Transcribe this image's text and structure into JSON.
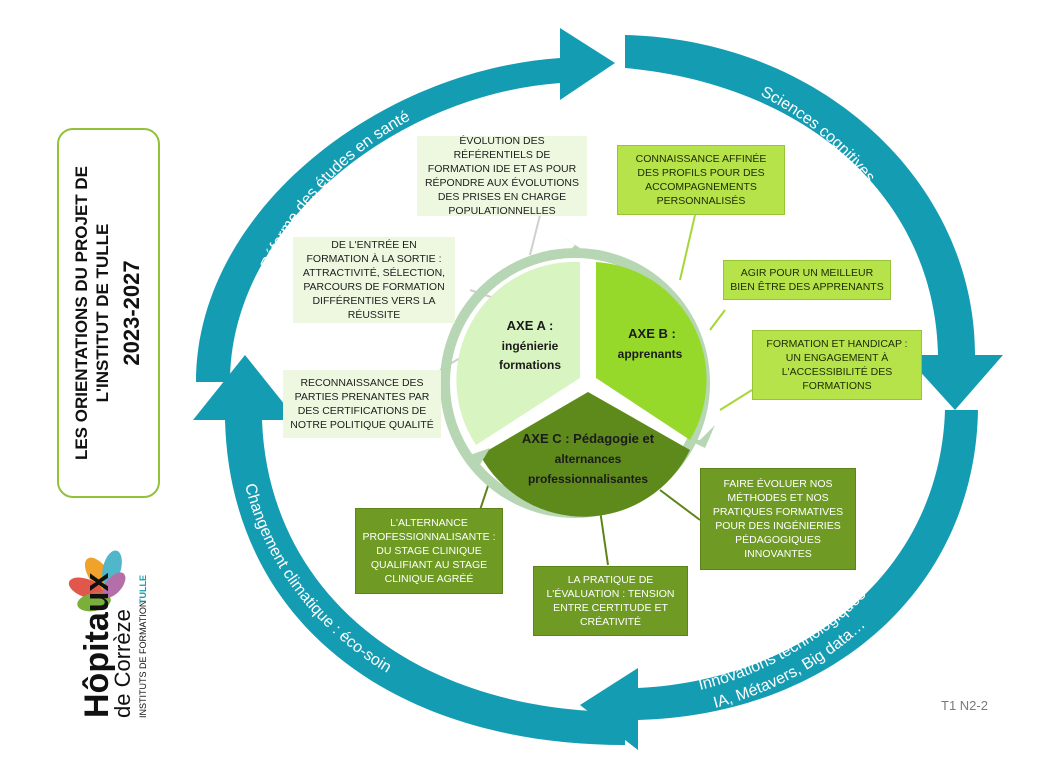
{
  "title": {
    "line1": "LES ORIENTATIONS DU PROJET DE",
    "line2": "L'INSTITUT DE TULLE",
    "years": "2023-2027"
  },
  "ring_labels": {
    "top_left": "Réforme des études en santé",
    "top_right": "Sciences cognitives",
    "bottom_left": "Changement climatique : éco-soin",
    "bottom_right_1": "Innovations technologiques",
    "bottom_right_2": "IA, Métavers, Big data…"
  },
  "axes": {
    "a": {
      "line1": "AXE A :",
      "line2": "ingénierie",
      "line3": "formations"
    },
    "b": {
      "line1": "AXE B :",
      "line2": "apprenants"
    },
    "c": {
      "line1": "AXE C : Pédagogie  et",
      "line2": "alternances",
      "line3": "professionnalisantes"
    }
  },
  "boxes_a": [
    "ÉVOLUTION DES RÉFÉRENTIELS DE FORMATION IDE ET AS POUR RÉPONDRE AUX ÉVOLUTIONS DES PRISES EN CHARGE POPULATIONNELLES",
    "DE L'ENTRÉE EN FORMATION À LA SORTIE : ATTRACTIVITÉ, SÉLECTION, PARCOURS DE FORMATION DIFFÉRENTIES VERS LA RÉUSSITE",
    "RECONNAISSANCE DES PARTIES PRENANTES PAR DES CERTIFICATIONS DE NOTRE POLITIQUE QUALITÉ"
  ],
  "boxes_b": [
    "CONNAISSANCE AFFINÉE DES PROFILS POUR DES ACCOMPAGNEMENTS PERSONNALISÉS",
    "AGIR POUR UN MEILLEUR BIEN ÊTRE DES APPRENANTS",
    "FORMATION ET HANDICAP : UN ENGAGEMENT À L'ACCESSIBILITÉ DES FORMATIONS"
  ],
  "boxes_c": [
    "FAIRE ÉVOLUER NOS MÉTHODES ET NOS PRATIQUES FORMATIVES POUR DES INGÉNIERIES PÉDAGOGIQUES INNOVANTES",
    "LA PRATIQUE DE L'ÉVALUATION : TENSION ENTRE CERTITUDE ET CRÉATIVITÉ",
    "L'ALTERNANCE PROFESSIONNALISANTE : DU STAGE CLINIQUE QUALIFIANT AU STAGE CLINIQUE AGRÉÉ"
  ],
  "logo": {
    "name": "Hôpitaux",
    "sub": "de Corrèze",
    "institut": "INSTITUTS DE FORMATION",
    "tulle": "TULLE"
  },
  "reference": "T1 N2-2",
  "colors": {
    "ring": "#149cb3",
    "axe_a": "#d8f4c0",
    "axe_b": "#97d92b",
    "axe_c": "#5e8a1c",
    "inner_ring": "#b7d6b4",
    "title_border": "#92c13b"
  }
}
